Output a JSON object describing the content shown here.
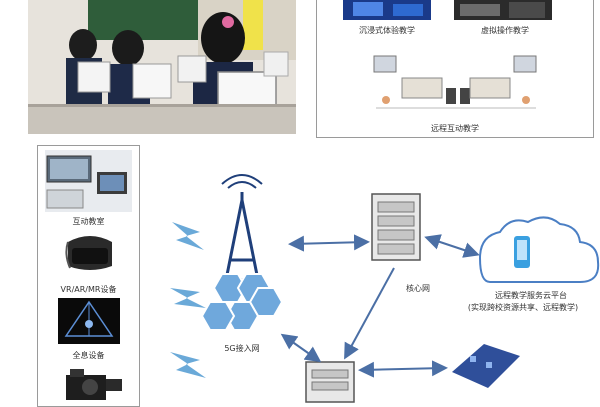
{
  "top_right": {
    "immersive_label": "沉浸式体验教学",
    "virtual_label": "虚拟操作教学",
    "remote_label": "远程互动教学"
  },
  "devices": {
    "interactive_classroom_label": "互动教室",
    "vr_label": "VR/AR/MR设备",
    "hologram_label": "全息设备"
  },
  "network": {
    "access_label": "5G接入网",
    "core_label": "核心网"
  },
  "cloud": {
    "line1": "远程教学服务云平台",
    "line2": "(实现跨校资源共享、远程教学)"
  },
  "colors": {
    "arrow": "#4b6fa5",
    "tower": "#1f3f7a",
    "hex_fill": "#6fa8dc",
    "lightning": "#6aa9d8",
    "cloud_stroke": "#4b7fc4",
    "phone": "#3aa0e0"
  }
}
